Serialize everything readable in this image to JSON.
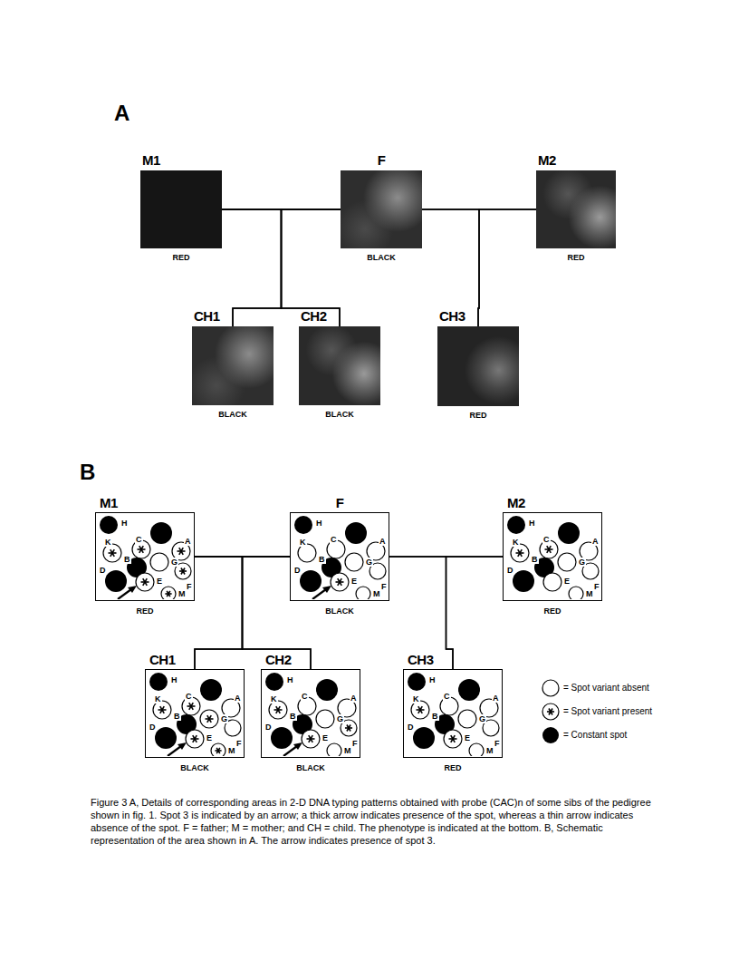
{
  "diagram": {
    "caption": "Figure 3 A, Details of corresponding areas in 2-D DNA typing patterns obtained with probe (CAC)n of some sibs of the pedigree shown in fig. 1. Spot 3 is indicated by an arrow; a thick arrow indicates presence of the spot, whereas a thin arrow indicates absence of the spot. F = father; M = mother; and CH = child. The phenotype is indicated at the bottom. B, Schematic representation of the area shown in A. The arrow indicates presence of spot 3.",
    "nodes": [
      {
        "text": [
          "M1",
          "RED"
        ]
      },
      {
        "text": [
          "F",
          "BLACK"
        ]
      },
      {
        "text": [
          "M2",
          "RED"
        ]
      },
      {
        "text": [
          "CH1",
          "BLACK"
        ]
      },
      {
        "text": [
          "CH2",
          "BLACK"
        ]
      },
      {
        "text": [
          "CH3",
          "RED"
        ]
      },
      {
        "text": [
          "M1",
          "RED"
        ]
      },
      {
        "text": [
          "F",
          "BLACK"
        ]
      },
      {
        "text": [
          "M2",
          "RED"
        ]
      },
      {
        "text": [
          "CH1",
          "BLACK"
        ]
      },
      {
        "text": [
          "CH2",
          "BLACK"
        ]
      },
      {
        "text": [
          "CH3",
          "RED"
        ]
      }
    ],
    "edges": [
      {
        "from": 0,
        "to": 1,
        "arrow": "none"
      },
      {
        "from": 1,
        "to": 2,
        "arrow": "none"
      },
      {
        "from": 0,
        "to": 3,
        "arrow": "none"
      },
      {
        "from": 1,
        "to": 3,
        "arrow": "none"
      },
      {
        "from": 0,
        "to": 4,
        "arrow": "none"
      },
      {
        "from": 1,
        "to": 4,
        "arrow": "none"
      },
      {
        "from": 1,
        "to": 5,
        "arrow": "none"
      },
      {
        "from": 2,
        "to": 5,
        "arrow": "none"
      },
      {
        "from": 6,
        "to": 7,
        "arrow": "none"
      },
      {
        "from": 7,
        "to": 8,
        "arrow": "none"
      },
      {
        "from": 6,
        "to": 9,
        "arrow": "none"
      },
      {
        "from": 7,
        "to": 9,
        "arrow": "none"
      },
      {
        "from": 6,
        "to": 10,
        "arrow": "none"
      },
      {
        "from": 7,
        "to": 10,
        "arrow": "none"
      },
      {
        "from": 7,
        "to": 11,
        "arrow": "none"
      },
      {
        "from": 8,
        "to": 11,
        "arrow": "none"
      }
    ],
    "labels": [
      "A",
      "B",
      "H",
      "K",
      "C",
      "A",
      "B",
      "D",
      "G",
      "F",
      "E",
      "M",
      "H",
      "K",
      "C",
      "A",
      "B",
      "D",
      "G",
      "F",
      "E",
      "M",
      "H",
      "K",
      "C",
      "A",
      "B",
      "D",
      "G",
      "F",
      "E",
      "M",
      "H",
      "K",
      "C",
      "A",
      "B",
      "D",
      "G",
      "F",
      "E",
      "M",
      "H",
      "K",
      "C",
      "A",
      "B",
      "D",
      "G",
      "F",
      "E",
      "M",
      "H",
      "K",
      "C",
      "A",
      "B",
      "D",
      "G",
      "F",
      "E",
      "M"
    ],
    "legend": [
      {
        "text": "= Spot variant absent"
      },
      {
        "text": "= Spot variant present"
      },
      {
        "text": "= Constant spot"
      }
    ]
  }
}
